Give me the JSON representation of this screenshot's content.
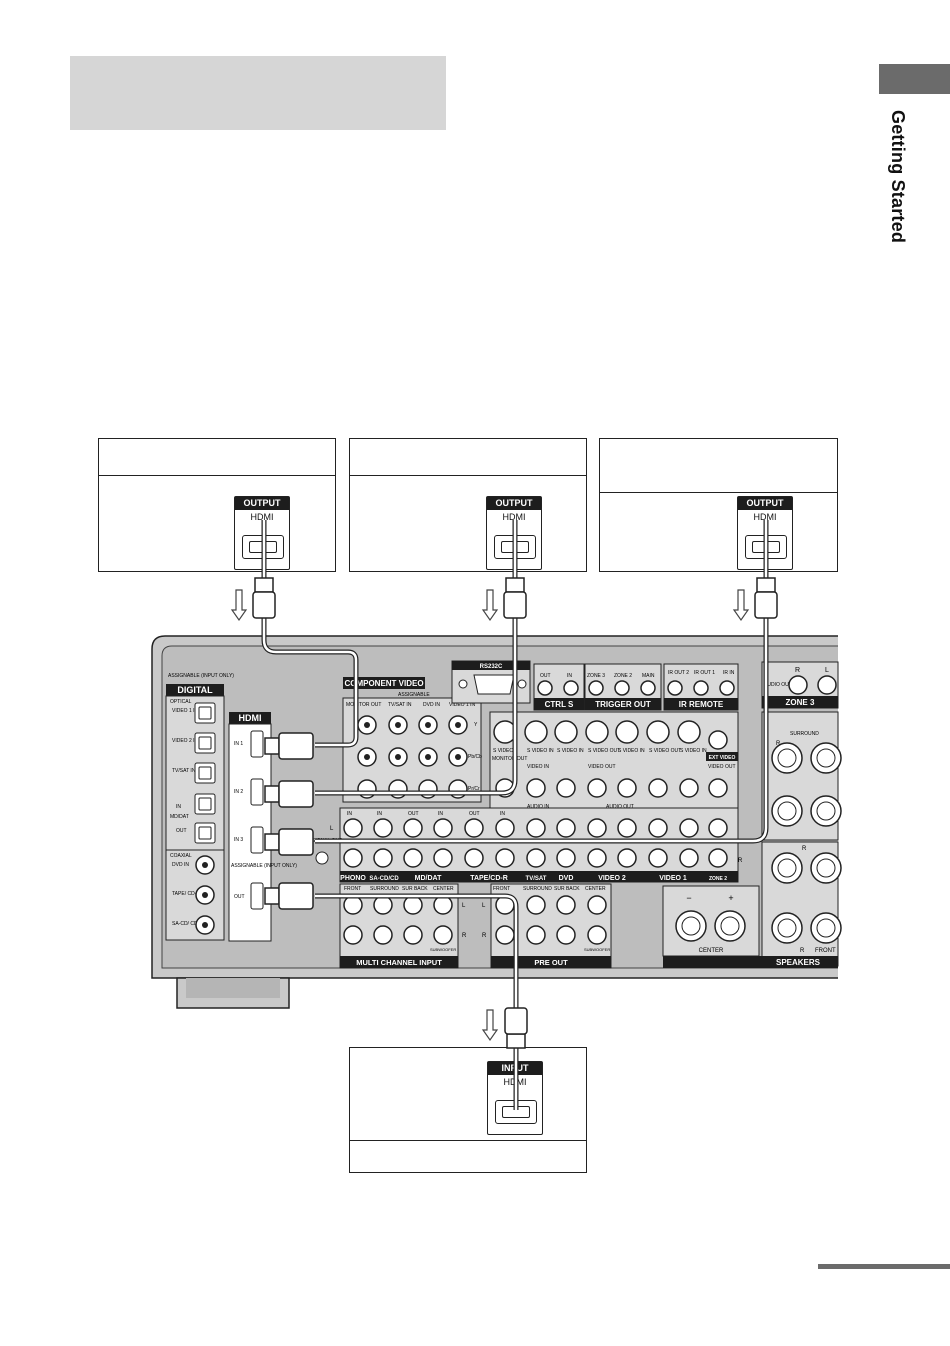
{
  "side_tab": {
    "label": "Getting Started"
  },
  "devices": {
    "source1": {
      "header": "",
      "port_heading": "OUTPUT",
      "port_type": "HDMI"
    },
    "source2": {
      "header": "",
      "port_heading": "OUTPUT",
      "port_type": "HDMI"
    },
    "source3": {
      "header": "",
      "port_heading": "OUTPUT",
      "port_type": "HDMI"
    },
    "display": {
      "header": "",
      "port_heading": "INPUT",
      "port_type": "HDMI"
    }
  },
  "receiver": {
    "digital": {
      "assignable": "ASSIGNABLE (INPUT ONLY)",
      "heading": "DIGITAL",
      "optical": "OPTICAL",
      "inputs": [
        "VIDEO 1 IN",
        "VIDEO 2 IN",
        "TV/SAT IN",
        "IN",
        "OUT"
      ],
      "md_dat": "MD/DAT",
      "coaxial": "COAXIAL",
      "coax_inputs": [
        "DVD IN",
        "TAPE/ CD-R IN",
        "SA-CD/ CD IN"
      ]
    },
    "hdmi": {
      "heading": "HDMI",
      "ports": [
        "IN 1",
        "IN 2",
        "IN 3",
        "OUT"
      ],
      "assignable": "ASSIGNABLE (INPUT ONLY)"
    },
    "component_video": {
      "heading": "COMPONENT VIDEO",
      "assignable": "ASSIGNABLE",
      "columns": [
        "MONITOR OUT",
        "TV/SAT IN",
        "DVD IN",
        "VIDEO 1 IN"
      ],
      "rows": [
        "Y",
        "Pb/Cb",
        "Pr/Cr"
      ]
    },
    "rs232c": "RS232C",
    "ctrl_s": {
      "heading": "CTRL S",
      "jacks": [
        "OUT",
        "IN"
      ]
    },
    "trigger_out": {
      "heading": "TRIGGER OUT",
      "jacks": [
        "ZONE 3",
        "ZONE 2",
        "MAIN"
      ]
    },
    "ir_remote": {
      "heading": "IR REMOTE",
      "jacks": [
        "IR OUT 2",
        "IR OUT 1",
        "IR IN"
      ]
    },
    "zone3": {
      "heading": "ZONE 3",
      "jacks": [
        "AUDIO OUT",
        "R",
        "L"
      ]
    },
    "s_video": [
      "S VIDEO",
      "S VIDEO IN",
      "S VIDEO IN",
      "S VIDEO OUT",
      "S VIDEO IN",
      "S VIDEO OUT",
      "S VIDEO IN"
    ],
    "ext_video": "EXT VIDEO",
    "monitor_out": "MONITOR OUT",
    "audio_groups": [
      "PHONO",
      "SA-CD/CD",
      "MD/DAT",
      "TAPE/CD-R",
      "TV/SAT",
      "DVD",
      "VIDEO 2",
      "VIDEO 1",
      "ZONE 2"
    ],
    "in_out": [
      "IN",
      "IN",
      "OUT",
      "IN",
      "OUT",
      "IN"
    ],
    "signal_gnd": "SIGNAL GND",
    "multi_channel": {
      "heading": "MULTI CHANNEL INPUT",
      "labels": [
        "FRONT",
        "SURROUND",
        "SUR BACK",
        "CENTER",
        "SUBWOOFER"
      ]
    },
    "pre_out": {
      "heading": "PRE OUT",
      "labels": [
        "FRONT",
        "SURROUND",
        "SUR BACK",
        "CENTER",
        "SUBWOOFER"
      ]
    },
    "speakers": {
      "heading": "SPEAKERS",
      "center": "CENTER",
      "surround": "SURROUND",
      "front": "FRONT"
    },
    "lr": [
      "L",
      "R"
    ],
    "video_labels": [
      "VIDEO IN",
      "VIDEO OUT",
      "AUDIO IN",
      "AUDIO OUT"
    ]
  }
}
